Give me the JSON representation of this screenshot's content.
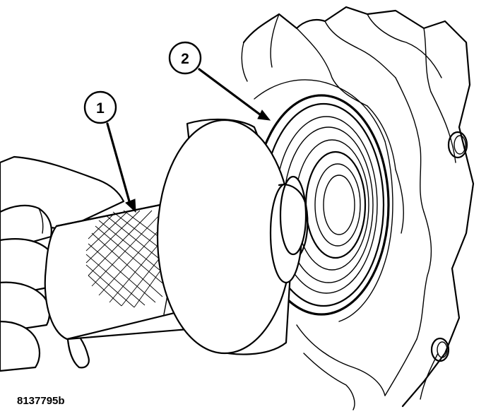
{
  "callouts": [
    {
      "label": "1"
    },
    {
      "label": "2"
    }
  ],
  "figure_id": "8137795b"
}
